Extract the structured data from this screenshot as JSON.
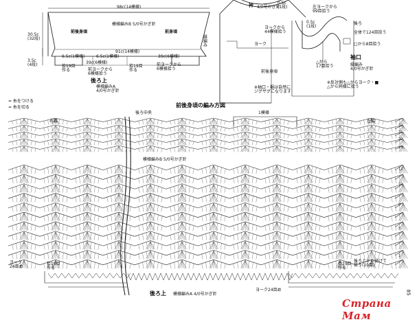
{
  "schematic": {
    "top_width": "98c(14模様)",
    "side_height": "30.5c\n(32段)",
    "yoke_height": "3.5c\n(4段)",
    "front_back_label": "前後身頃",
    "pattern_label": "模様編みB 5/0号かぎ針",
    "front_label": "前身頃",
    "sleeve_note": "縁\n編\nみ",
    "mid_width": "91c(14模様)",
    "left_yoke": "6.5c(1模様)",
    "center_yoke": "6.5c(1模様)",
    "back_width": "39c(6模様)",
    "right_width": "39c(6模様)",
    "left_pick": "拾19目\n作る",
    "right_pick": "拾19目\n作る",
    "yoke_pick_left": "前ヨークから\n6模様拾う",
    "yoke_pick_right": "前ヨークから\n6模様拾う",
    "back_label": "後ろ上",
    "back_pattern": "模様編みA\n4/0号かぎ針"
  },
  "neck": {
    "collar_label": "衿",
    "collar_pattern": "4/0号かぎ針",
    "measure": "0.5c\n(1段)",
    "from_yoke": "ヨークから\n44模様拾う",
    "yoke": "ヨーク",
    "body": "前後身頃",
    "note": "※袖口・裾は自然に\nジグザグになります"
  },
  "sleeve": {
    "from_yoke": "左ヨークから\n99目拾う",
    "measure": "0.5c\n(1段)",
    "back": "後ろ",
    "all_around": "全体で124目拾う",
    "pick8": "□から8目拾う",
    "cuff": "袖口",
    "cuff_pattern": "縁編み\n4/0号かぎ針",
    "pick17": "△から\n17目拾う",
    "note": "※反対側も△からヨーク・■\n△から同様に拾う"
  },
  "chart": {
    "title": "前後身頃の編み方図",
    "legend_attach": "= 糸をつける",
    "legend_cut": "= 糸を切る",
    "left_side": "右脇",
    "right_side": "左脇",
    "center_back": "後ろ中央",
    "repeat": "1模様",
    "pattern_b": "模様編みB 5/0号かぎ針",
    "yoke_left": "ヨーク\n24目め",
    "pick19_left": "拾19目\n作る",
    "pick19_right": "拾19目\n作る",
    "from_back": "後ろ上から続けて\n拾う(19目)",
    "bottom_label": "後ろ上",
    "bottom_pattern": "模様編みA 4/0号かぎ針",
    "yoke_bottom": "ヨーク24目め",
    "row_numbers_top": [
      "32",
      "31",
      "30",
      "29"
    ],
    "row_numbers_bottom": [
      "12",
      "10",
      "8",
      "5",
      "1"
    ]
  },
  "page_number": "85",
  "watermark": "Страна Мам"
}
